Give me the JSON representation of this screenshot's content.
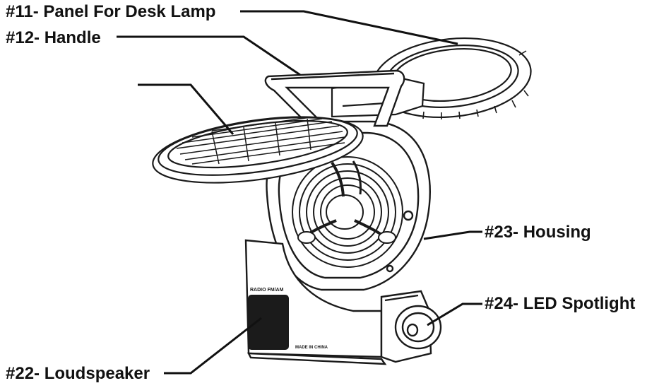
{
  "colors": {
    "line": "#1a1a1a",
    "fill": "#ffffff",
    "speaker": "#1b1b1b"
  },
  "labels": {
    "panel": "#11- Panel For Desk Lamp",
    "handle": "#12- Handle",
    "housing": "#23- Housing",
    "spotlight": "#24- LED Spotlight",
    "loudspeaker": "#22- Loudspeaker"
  },
  "device_text": {
    "radio_label": "RADIO FM/AM",
    "made_in": "MADE IN CHINA"
  }
}
